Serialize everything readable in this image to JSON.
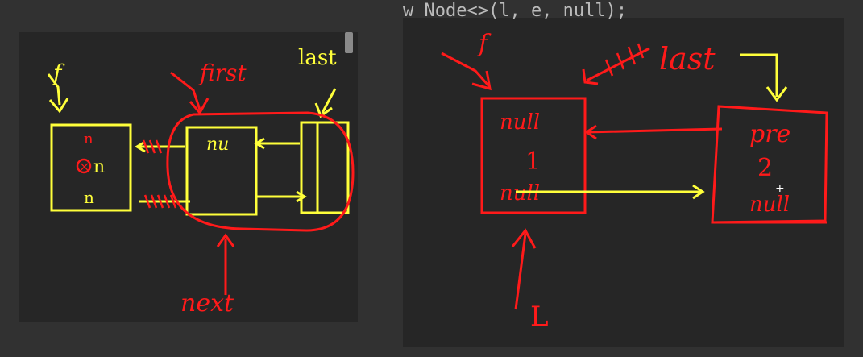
{
  "code_line": "w Node<>(l, e, null);",
  "left_panel": {
    "labels": {
      "f": "f",
      "first": "first",
      "last": "last",
      "next": "next"
    },
    "node_f_text": {
      "top": "n",
      "middle": "n",
      "bottom": "n"
    },
    "node_mid_text": "nu"
  },
  "right_panel": {
    "labels": {
      "f": "f",
      "last": "last",
      "l": "L"
    },
    "node1_text": {
      "prev": "null",
      "item": "1",
      "next": "null"
    },
    "node2_text": {
      "prev": "pre",
      "item": "2",
      "next": "null"
    }
  },
  "colors": {
    "red": "#ff1a1a",
    "yellow": "#ffff3a",
    "panel": "#2a2a2a",
    "background": "#2c2c2c"
  }
}
